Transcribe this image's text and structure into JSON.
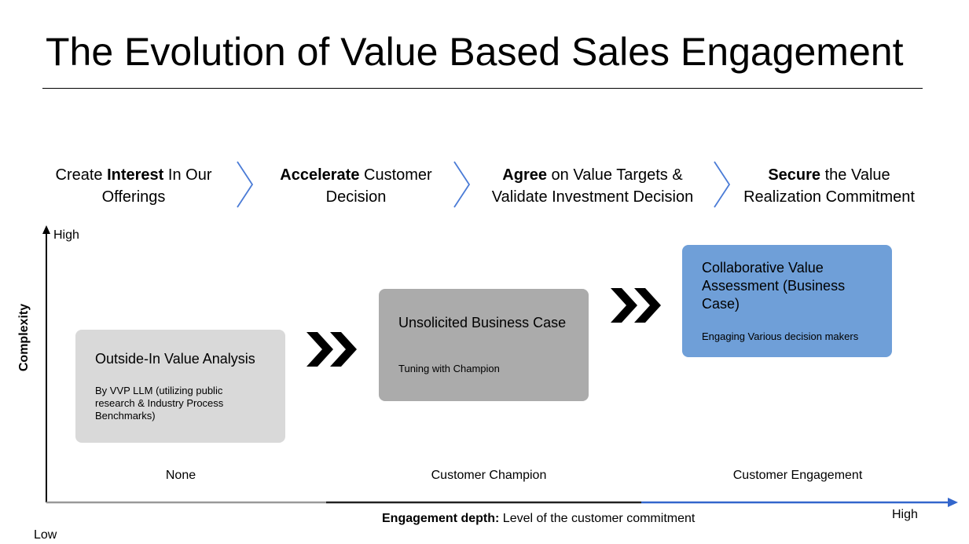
{
  "title": "The Evolution of Value Based Sales Engagement",
  "stages": [
    {
      "pre": "Create ",
      "bold": "Interest",
      "post": " In Our Offerings"
    },
    {
      "pre": "",
      "bold": "Accelerate",
      "post": " Customer Decision"
    },
    {
      "pre": "",
      "bold": "Agree",
      "post": " on Value Targets & Validate Investment Decision"
    },
    {
      "pre": "",
      "bold": "Secure",
      "post": " the Value Realization Commitment"
    }
  ],
  "y_axis": {
    "title": "Complexity",
    "high": "High",
    "low": "Low"
  },
  "x_axis": {
    "title_bold": "Engagement depth:",
    "title_rest": " Level of the customer commitment",
    "high": "High"
  },
  "boxes": [
    {
      "title": "Outside-In Value Analysis",
      "subtitle": "By VVP LLM (utilizing public research & Industry Process Benchmarks)",
      "color": "#d9d9d9"
    },
    {
      "title": "Unsolicited Business Case",
      "subtitle": "Tuning with Champion",
      "color": "#ababab"
    },
    {
      "title": "Collaborative Value Assessment (Business Case)",
      "subtitle": "Engaging Various decision makers",
      "color": "#6f9fd8"
    }
  ],
  "levels": [
    "None",
    "Customer Champion",
    "Customer Engagement"
  ],
  "colors": {
    "accent_blue": "#3366cc",
    "chevron": "#4a7bd6",
    "axis_gray": "#999999"
  }
}
